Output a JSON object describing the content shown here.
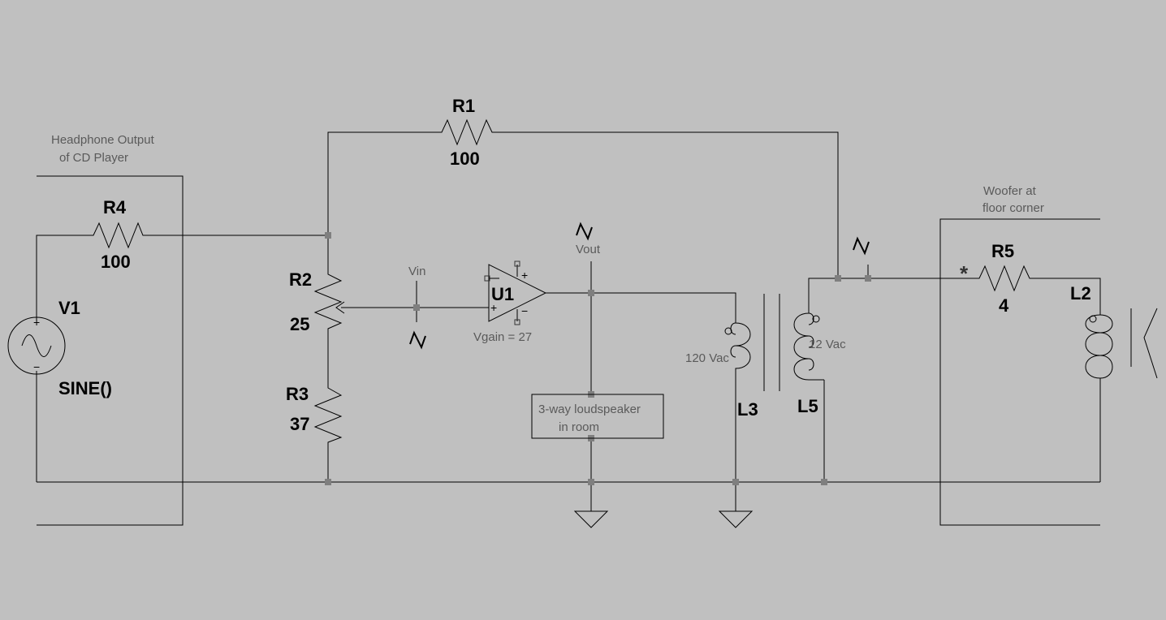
{
  "notes": {
    "headphone_line1": "Headphone Output",
    "headphone_line2": "of CD Player",
    "woofer_line1": "Woofer at",
    "woofer_line2": "floor corner",
    "speaker_line1": "3-way loudspeaker",
    "speaker_line2": "in room"
  },
  "components": {
    "r1": {
      "ref": "R1",
      "value": "100"
    },
    "r2": {
      "ref": "R2",
      "value": "25"
    },
    "r3": {
      "ref": "R3",
      "value": "37"
    },
    "r4": {
      "ref": "R4",
      "value": "100"
    },
    "r5": {
      "ref": "R5",
      "value": "4"
    },
    "v1": {
      "ref": "V1",
      "value": "SINE()"
    },
    "u1": {
      "ref": "U1",
      "value": "Vgain = 27"
    },
    "l2": {
      "ref": "L2"
    },
    "l3": {
      "ref": "L3",
      "value": "120 Vac"
    },
    "l5": {
      "ref": "L5",
      "value": "12 Vac"
    }
  },
  "nets": {
    "vin": "Vin",
    "vout": "Vout"
  },
  "symbols": {
    "plus": "+",
    "minus": "−",
    "phase_dot": "*"
  },
  "colors": {
    "background": "#c0c0c0",
    "wire": "#000000",
    "node": "#7f7f7f",
    "note_text": "#5a5a5a"
  }
}
